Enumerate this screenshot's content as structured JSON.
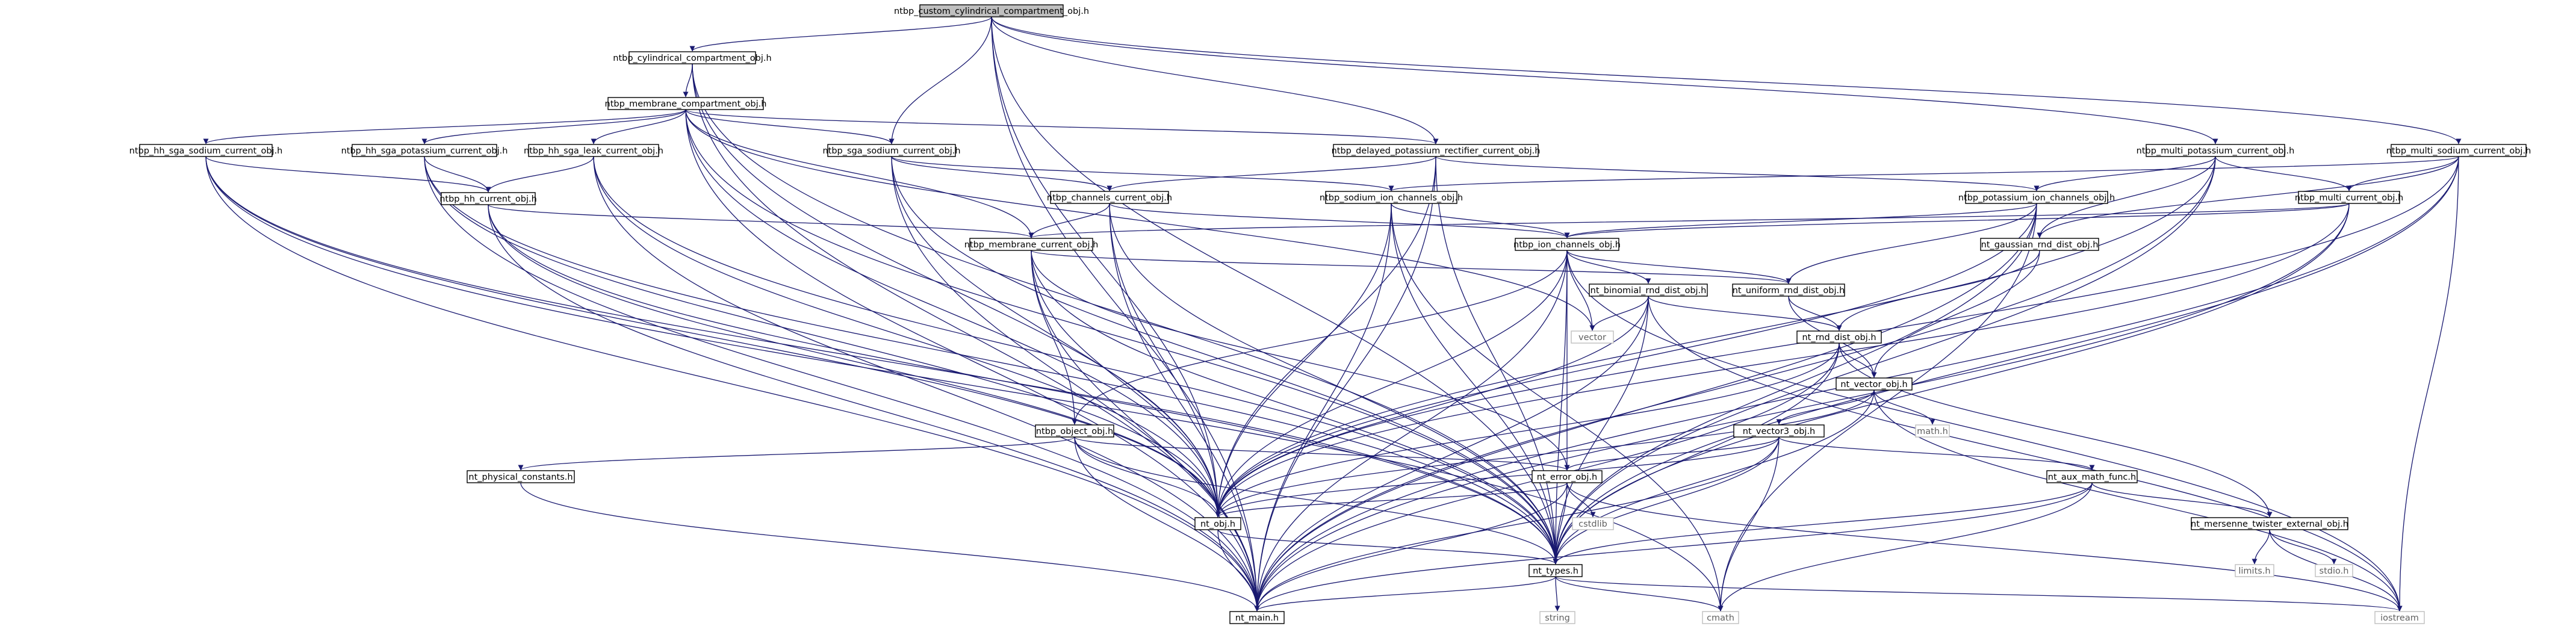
{
  "graph_title": "ntbp_custom_cylindrical_compartment_obj.h",
  "colors": {
    "edge": "#191970",
    "node_fill": "#ffffff",
    "root_fill": "#bfbfbf",
    "node_border": "#000000",
    "system_border": "#bfbfbf"
  },
  "nodes": [
    {
      "id": "root",
      "label": "ntbp_custom_cylindrical_compartment_obj.h",
      "kind": "root"
    },
    {
      "id": "cyl",
      "label": "ntbp_cylindrical_compartment_obj.h",
      "kind": "header"
    },
    {
      "id": "mem",
      "label": "ntbp_membrane_compartment_obj.h",
      "kind": "header"
    },
    {
      "id": "hhsna",
      "label": "ntbp_hh_sga_sodium_current_obj.h",
      "kind": "header"
    },
    {
      "id": "hhk",
      "label": "ntbp_hh_sga_potassium_current_obj.h",
      "kind": "header"
    },
    {
      "id": "hhleak",
      "label": "ntbp_hh_sga_leak_current_obj.h",
      "kind": "header"
    },
    {
      "id": "sgana",
      "label": "ntbp_sga_sodium_current_obj.h",
      "kind": "header"
    },
    {
      "id": "dpk",
      "label": "ntbp_delayed_potassium_rectifier_current_obj.h",
      "kind": "header"
    },
    {
      "id": "mpk",
      "label": "ntbp_multi_potassium_current_obj.h",
      "kind": "header"
    },
    {
      "id": "mna",
      "label": "ntbp_multi_sodium_current_obj.h",
      "kind": "header"
    },
    {
      "id": "hhcur",
      "label": "ntbp_hh_current_obj.h",
      "kind": "header"
    },
    {
      "id": "chcur",
      "label": "ntbp_channels_current_obj.h",
      "kind": "header"
    },
    {
      "id": "nach",
      "label": "ntbp_sodium_ion_channels_obj.h",
      "kind": "header"
    },
    {
      "id": "kch",
      "label": "ntbp_potassium_ion_channels_obj.h",
      "kind": "header"
    },
    {
      "id": "mcur",
      "label": "ntbp_multi_current_obj.h",
      "kind": "header"
    },
    {
      "id": "memcur",
      "label": "ntbp_membrane_current_obj.h",
      "kind": "header"
    },
    {
      "id": "ionch",
      "label": "ntbp_ion_channels_obj.h",
      "kind": "header"
    },
    {
      "id": "gauss",
      "label": "nt_gaussian_rnd_dist_obj.h",
      "kind": "header"
    },
    {
      "id": "binom",
      "label": "nt_binomial_rnd_dist_obj.h",
      "kind": "header"
    },
    {
      "id": "unif",
      "label": "nt_uniform_rnd_dist_obj.h",
      "kind": "header"
    },
    {
      "id": "vector",
      "label": "vector",
      "kind": "system"
    },
    {
      "id": "rnd",
      "label": "nt_rnd_dist_obj.h",
      "kind": "header"
    },
    {
      "id": "vec",
      "label": "nt_vector_obj.h",
      "kind": "header"
    },
    {
      "id": "math",
      "label": "math.h",
      "kind": "system"
    },
    {
      "id": "obj",
      "label": "ntbp_object_obj.h",
      "kind": "header"
    },
    {
      "id": "vec3",
      "label": "nt_vector3_obj.h",
      "kind": "header"
    },
    {
      "id": "phys",
      "label": "nt_physical_constants.h",
      "kind": "header"
    },
    {
      "id": "err",
      "label": "nt_error_obj.h",
      "kind": "header"
    },
    {
      "id": "aux",
      "label": "nt_aux_math_func.h",
      "kind": "header"
    },
    {
      "id": "cstdlib",
      "label": "cstdlib",
      "kind": "system"
    },
    {
      "id": "ntobj",
      "label": "nt_obj.h",
      "kind": "header"
    },
    {
      "id": "mt",
      "label": "nt_mersenne_twister_external_obj.h",
      "kind": "header"
    },
    {
      "id": "types",
      "label": "nt_types.h",
      "kind": "header"
    },
    {
      "id": "limits",
      "label": "limits.h",
      "kind": "system"
    },
    {
      "id": "stdio",
      "label": "stdio.h",
      "kind": "system"
    },
    {
      "id": "string",
      "label": "string",
      "kind": "system"
    },
    {
      "id": "main",
      "label": "nt_main.h",
      "kind": "header"
    },
    {
      "id": "cmath",
      "label": "cmath",
      "kind": "system"
    },
    {
      "id": "iostream",
      "label": "iostream",
      "kind": "system"
    }
  ],
  "edges": [
    [
      "root",
      "cyl"
    ],
    [
      "root",
      "sgana"
    ],
    [
      "root",
      "dpk"
    ],
    [
      "root",
      "mpk"
    ],
    [
      "root",
      "mna"
    ],
    [
      "root",
      "ntobj"
    ],
    [
      "root",
      "types"
    ],
    [
      "root",
      "main"
    ],
    [
      "cyl",
      "mem"
    ],
    [
      "cyl",
      "ntobj"
    ],
    [
      "cyl",
      "types"
    ],
    [
      "cyl",
      "main"
    ],
    [
      "mem",
      "hhsna"
    ],
    [
      "mem",
      "hhk"
    ],
    [
      "mem",
      "hhleak"
    ],
    [
      "mem",
      "sgana"
    ],
    [
      "mem",
      "dpk"
    ],
    [
      "mem",
      "memcur"
    ],
    [
      "mem",
      "vector"
    ],
    [
      "mem",
      "ntobj"
    ],
    [
      "mem",
      "types"
    ],
    [
      "mem",
      "main"
    ],
    [
      "hhsna",
      "hhcur"
    ],
    [
      "hhsna",
      "ntobj"
    ],
    [
      "hhsna",
      "types"
    ],
    [
      "hhsna",
      "main"
    ],
    [
      "hhsna",
      "cmath"
    ],
    [
      "hhk",
      "hhcur"
    ],
    [
      "hhk",
      "ntobj"
    ],
    [
      "hhk",
      "types"
    ],
    [
      "hhk",
      "main"
    ],
    [
      "hhleak",
      "hhcur"
    ],
    [
      "hhleak",
      "ntobj"
    ],
    [
      "hhleak",
      "types"
    ],
    [
      "hhleak",
      "main"
    ],
    [
      "sgana",
      "chcur"
    ],
    [
      "sgana",
      "nach"
    ],
    [
      "sgana",
      "ntobj"
    ],
    [
      "sgana",
      "types"
    ],
    [
      "sgana",
      "main"
    ],
    [
      "dpk",
      "chcur"
    ],
    [
      "dpk",
      "kch"
    ],
    [
      "dpk",
      "ntobj"
    ],
    [
      "dpk",
      "types"
    ],
    [
      "dpk",
      "main"
    ],
    [
      "mpk",
      "mcur"
    ],
    [
      "mpk",
      "kch"
    ],
    [
      "mpk",
      "gauss"
    ],
    [
      "mpk",
      "ntobj"
    ],
    [
      "mpk",
      "types"
    ],
    [
      "mpk",
      "main"
    ],
    [
      "mna",
      "mcur"
    ],
    [
      "mna",
      "nach"
    ],
    [
      "mna",
      "gauss"
    ],
    [
      "mna",
      "ntobj"
    ],
    [
      "mna",
      "types"
    ],
    [
      "mna",
      "main"
    ],
    [
      "mna",
      "iostream"
    ],
    [
      "hhcur",
      "memcur"
    ],
    [
      "hhcur",
      "ntobj"
    ],
    [
      "hhcur",
      "types"
    ],
    [
      "hhcur",
      "main"
    ],
    [
      "chcur",
      "memcur"
    ],
    [
      "chcur",
      "ionch"
    ],
    [
      "chcur",
      "ntobj"
    ],
    [
      "chcur",
      "types"
    ],
    [
      "chcur",
      "main"
    ],
    [
      "nach",
      "ionch"
    ],
    [
      "nach",
      "ntobj"
    ],
    [
      "nach",
      "types"
    ],
    [
      "nach",
      "main"
    ],
    [
      "nach",
      "cmath"
    ],
    [
      "kch",
      "ionch"
    ],
    [
      "kch",
      "ntobj"
    ],
    [
      "kch",
      "types"
    ],
    [
      "kch",
      "main"
    ],
    [
      "kch",
      "cmath"
    ],
    [
      "kch",
      "unif"
    ],
    [
      "mcur",
      "memcur"
    ],
    [
      "mcur",
      "ionch"
    ],
    [
      "mcur",
      "ntobj"
    ],
    [
      "mcur",
      "types"
    ],
    [
      "mcur",
      "main"
    ],
    [
      "memcur",
      "obj"
    ],
    [
      "memcur",
      "unif"
    ],
    [
      "memcur",
      "err"
    ],
    [
      "memcur",
      "ntobj"
    ],
    [
      "memcur",
      "types"
    ],
    [
      "memcur",
      "main"
    ],
    [
      "ionch",
      "obj"
    ],
    [
      "ionch",
      "binom"
    ],
    [
      "ionch",
      "unif"
    ],
    [
      "ionch",
      "vector"
    ],
    [
      "ionch",
      "err"
    ],
    [
      "ionch",
      "ntobj"
    ],
    [
      "ionch",
      "types"
    ],
    [
      "ionch",
      "main"
    ],
    [
      "ionch",
      "iostream"
    ],
    [
      "gauss",
      "rnd"
    ],
    [
      "gauss",
      "vec"
    ],
    [
      "binom",
      "rnd"
    ],
    [
      "binom",
      "vector"
    ],
    [
      "binom",
      "ntobj"
    ],
    [
      "binom",
      "types"
    ],
    [
      "binom",
      "main"
    ],
    [
      "binom",
      "iostream"
    ],
    [
      "unif",
      "rnd"
    ],
    [
      "unif",
      "vec"
    ],
    [
      "rnd",
      "vec"
    ],
    [
      "rnd",
      "mt"
    ],
    [
      "rnd",
      "ntobj"
    ],
    [
      "rnd",
      "types"
    ],
    [
      "rnd",
      "main"
    ],
    [
      "vec",
      "vec3"
    ],
    [
      "vec",
      "math"
    ],
    [
      "vec",
      "ntobj"
    ],
    [
      "vec",
      "types"
    ],
    [
      "vec",
      "iostream"
    ],
    [
      "obj",
      "phys"
    ],
    [
      "obj",
      "err"
    ],
    [
      "obj",
      "ntobj"
    ],
    [
      "obj",
      "types"
    ],
    [
      "obj",
      "main"
    ],
    [
      "vec3",
      "err"
    ],
    [
      "vec3",
      "aux"
    ],
    [
      "vec3",
      "ntobj"
    ],
    [
      "vec3",
      "types"
    ],
    [
      "vec3",
      "main"
    ],
    [
      "vec3",
      "cmath"
    ],
    [
      "phys",
      "main"
    ],
    [
      "err",
      "cstdlib"
    ],
    [
      "err",
      "ntobj"
    ],
    [
      "err",
      "types"
    ],
    [
      "err",
      "main"
    ],
    [
      "err",
      "iostream"
    ],
    [
      "aux",
      "mt"
    ],
    [
      "aux",
      "types"
    ],
    [
      "aux",
      "main"
    ],
    [
      "aux",
      "cmath"
    ],
    [
      "ntobj",
      "types"
    ],
    [
      "ntobj",
      "main"
    ],
    [
      "mt",
      "limits"
    ],
    [
      "mt",
      "stdio"
    ],
    [
      "mt",
      "iostream"
    ],
    [
      "types",
      "string"
    ],
    [
      "types",
      "main"
    ],
    [
      "types",
      "cmath"
    ],
    [
      "types",
      "iostream"
    ]
  ]
}
